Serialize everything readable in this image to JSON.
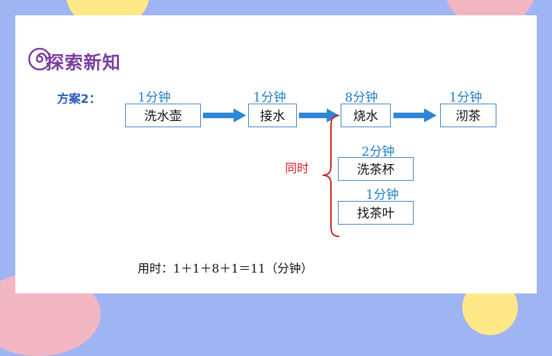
{
  "heading": "探索新知",
  "plan_label": "方案2：",
  "steps": [
    {
      "time": "1分钟",
      "task": "洗水壶"
    },
    {
      "time": "1分钟",
      "task": "接水"
    },
    {
      "time": "8分钟",
      "task": "烧水"
    },
    {
      "time": "1分钟",
      "task": "沏茶"
    }
  ],
  "parallel_label": "同时",
  "parallel_tasks": [
    {
      "time": "2分钟",
      "task": "洗茶杯"
    },
    {
      "time": "1分钟",
      "task": "找茶叶"
    }
  ],
  "total": "用时：1＋1＋8＋1＝11（分钟）",
  "colors": {
    "background": "#9fb4f2",
    "heading": "#7b3f9e",
    "plan_label": "#2f5cb8",
    "time_text": "#1f7fc1",
    "box_border": "#3b7fc4",
    "arrow": "#2e86d6",
    "brace": "#d01c1c",
    "blob_yellow": "#ffe887",
    "blob_pink": "#f2b6c3"
  }
}
